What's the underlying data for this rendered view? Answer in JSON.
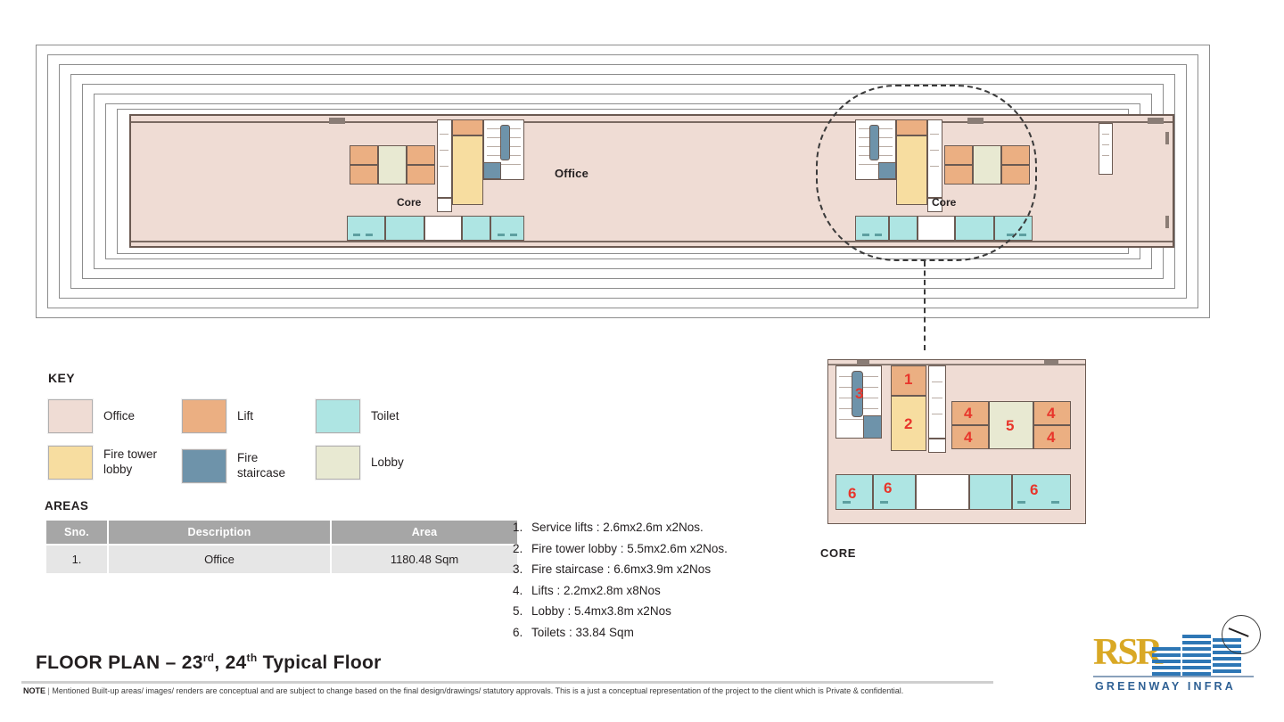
{
  "plan": {
    "office_label": "Office",
    "core_label_left": "Core",
    "core_label_right": "Core"
  },
  "key": {
    "title": "KEY",
    "items": [
      {
        "label": "Office",
        "color": "#EFDCD4"
      },
      {
        "label": "Lift",
        "color": "#EBAF82"
      },
      {
        "label": "Toilet",
        "color": "#AEE5E3"
      },
      {
        "label": "Fire tower lobby",
        "color": "#F7DDA0"
      },
      {
        "label": "Fire staircase",
        "color": "#6E93AA"
      },
      {
        "label": "Lobby",
        "color": "#E8E9D2"
      }
    ]
  },
  "areas": {
    "title": "AREAS",
    "headers": [
      "Sno.",
      "Description",
      "Area"
    ],
    "rows": [
      {
        "sno": "1.",
        "description": "Office",
        "area": "1180.48 Sqm"
      }
    ],
    "header_bg": "#A6A6A6",
    "row_bg": "#E6E6E6"
  },
  "core_list": {
    "items": [
      "Service lifts : 2.6mx2.6m x2Nos.",
      "Fire tower lobby : 5.5mx2.6m x2Nos.",
      "Fire staircase : 6.6mx3.9m x2Nos",
      "Lifts : 2.2mx2.8m x8Nos",
      "Lobby : 5.4mx3.8m x2Nos",
      "Toilets : 33.84 Sqm"
    ]
  },
  "core_detail": {
    "label": "CORE",
    "markers": [
      "3",
      "1",
      "2",
      "4",
      "4",
      "5",
      "4",
      "4",
      "6",
      "6",
      "6"
    ],
    "marker_color": "#E8352B"
  },
  "footer": {
    "title_main": "FLOOR PLAN – 23",
    "title_sup1": "rd",
    "title_mid": ", 24",
    "title_sup2": "th",
    "title_end": " Typical Floor",
    "note_label": "NOTE",
    "note_sep": "|",
    "note_text": "Mentioned Built-up areas/ images/ renders are conceptual and are subject to change based on the final design/drawings/ statutory approvals. This is a just a conceptual representation of the project to the client which is Private & confidential."
  },
  "logo": {
    "monogram": "RSR",
    "name": "GREENWAY INFRA",
    "gold": "#D9A825",
    "blue": "#2E6094"
  }
}
